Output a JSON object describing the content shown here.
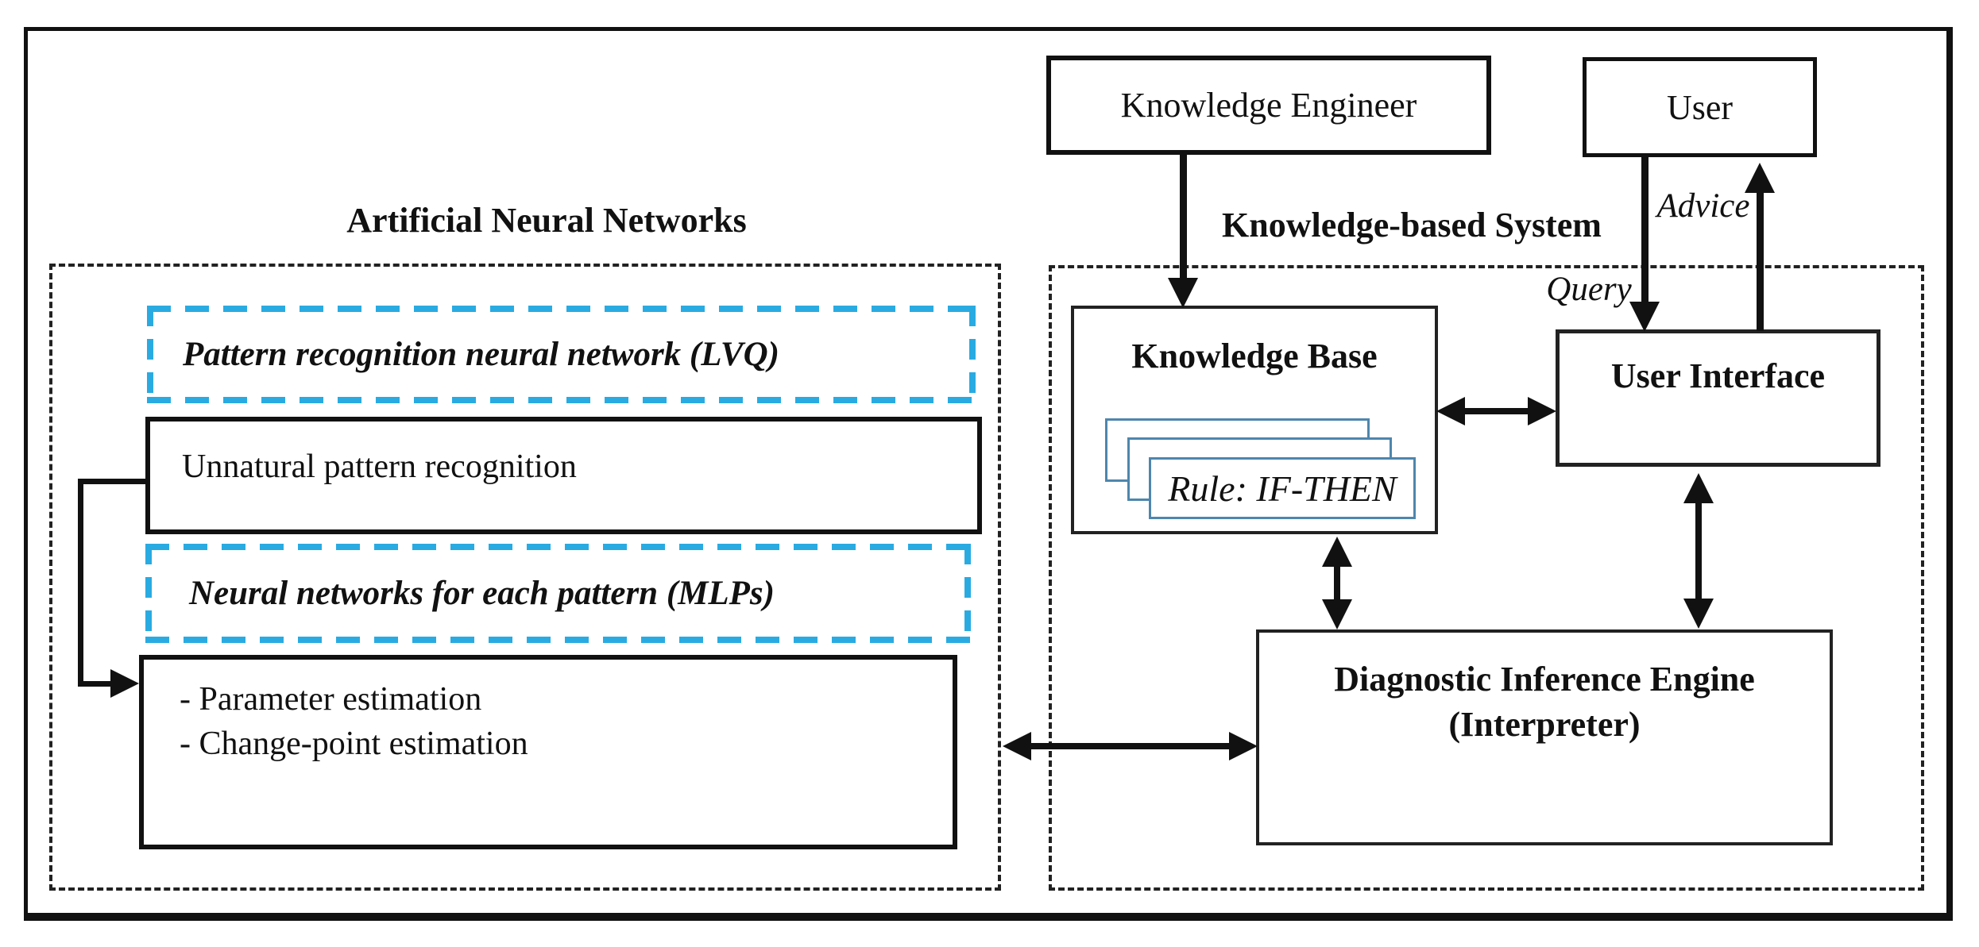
{
  "left_section": {
    "title": "Artificial Neural Networks",
    "lvq_label": "Pattern recognition neural network (LVQ)",
    "unnatural_label": "Unnatural pattern recognition",
    "mlp_label": "Neural networks for each pattern (MLPs)",
    "estimation_line1": "- Parameter estimation",
    "estimation_line2": "- Change-point estimation"
  },
  "right_section": {
    "title": "Knowledge-based System",
    "knowledge_engineer_label": "Knowledge Engineer",
    "user_label": "User",
    "advice_label": "Advice",
    "query_label": "Query",
    "knowledge_base_title": "Knowledge Base",
    "rule_card_label": "Rule: IF-THEN",
    "user_interface_label": "User Interface",
    "inference_engine_line1": "Diagnostic Inference Engine",
    "inference_engine_line2": "(Interpreter)"
  },
  "colors": {
    "accent_cyan": "#29ABE2",
    "rule_card_border": "#4E86AD",
    "ink": "#111111"
  }
}
